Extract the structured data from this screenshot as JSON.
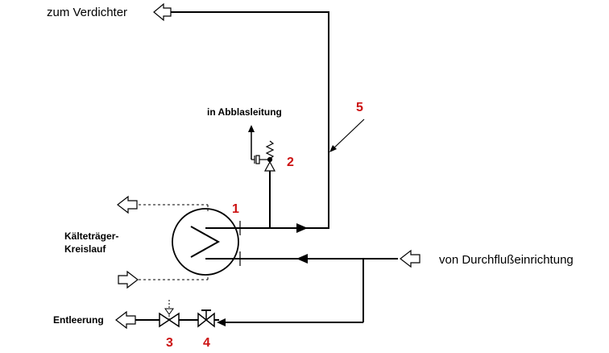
{
  "labels": {
    "to_compressor": "zum Verdichter",
    "to_blowoff": "in Abblasleitung",
    "from_flow_device": "von Durchflußeinrichtung",
    "brine_circuit_line1": "Kälteträger-",
    "brine_circuit_line2": "Kreislauf",
    "drain": "Entleerung"
  },
  "numbers": {
    "n1": "1",
    "n2": "2",
    "n3": "3",
    "n4": "4",
    "n5": "5"
  },
  "colors": {
    "number_red": "#cc1111",
    "line": "#000000"
  }
}
